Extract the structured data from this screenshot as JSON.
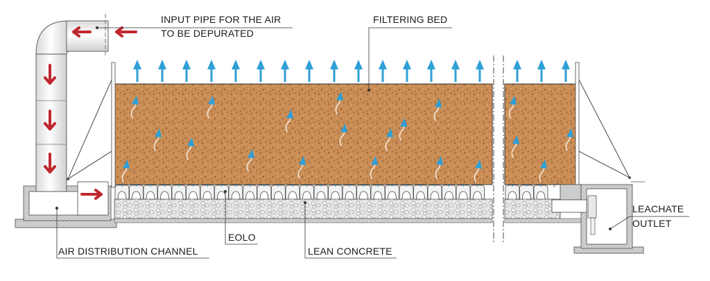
{
  "labels": {
    "input_pipe_line1": "INPUT PIPE FOR THE AIR",
    "input_pipe_line2": "TO BE DEPURATED",
    "filtering_bed": "FILTERING BED",
    "air_distribution_channel": "AIR DISTRIBUTION CHANNEL",
    "eolo": "EOLO",
    "lean_concrete": "LEAN CONCRETE",
    "leachate_line1": "LEACHATE",
    "leachate_line2": "OUTLET"
  },
  "colors": {
    "bed": "#c98d55",
    "bed_speckle": "#9a6236",
    "air_flow_arrow": "#2f9fd6",
    "input_air_arrow": "#c0272d",
    "gravel": "#dcdcdc",
    "concrete": "#c8c8c8",
    "outline": "#333333"
  },
  "icons": {
    "flow_up": "up-arrow-icon",
    "flow_in": "right-arrow-icon",
    "flow_down": "down-arrow-icon",
    "flow_left": "left-arrow-icon"
  }
}
